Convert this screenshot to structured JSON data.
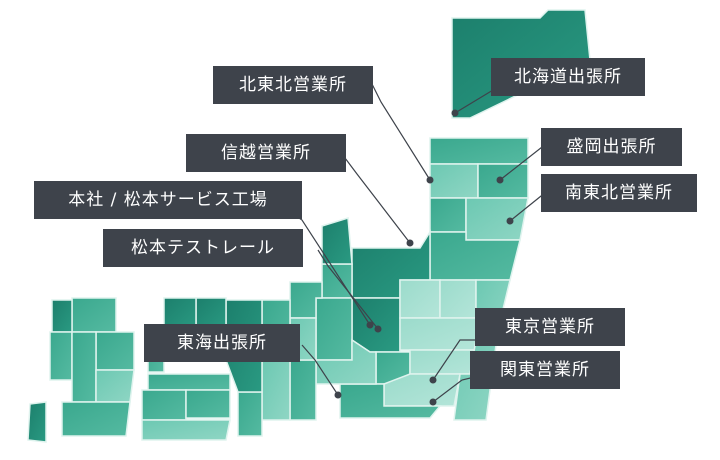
{
  "offices": [
    {
      "id": "hokkaido",
      "name": "北海道出張所"
    },
    {
      "id": "morioka",
      "name": "盛岡出張所"
    },
    {
      "id": "minami-tohoku",
      "name": "南東北営業所"
    },
    {
      "id": "kita-tohoku",
      "name": "北東北営業所"
    },
    {
      "id": "shinetsu",
      "name": "信越営業所"
    },
    {
      "id": "matsumoto-hq",
      "name": "本社 / 松本サービス工場"
    },
    {
      "id": "matsumoto-rail",
      "name": "松本テストレール"
    },
    {
      "id": "tokai",
      "name": "東海出張所"
    },
    {
      "id": "tokyo",
      "name": "東京営業所"
    },
    {
      "id": "kanto",
      "name": "関東営業所"
    }
  ],
  "colors": {
    "label_bg": "#3e434b",
    "label_text": "#ffffff",
    "leader_line": "#3e434b",
    "marker": "#3e434b",
    "map_dark": "#1f8a74",
    "map_mid": "#3aa88e",
    "map_light": "#7ed0bd",
    "map_pale": "#a8e0d2",
    "map_border": "#dff3ee"
  }
}
